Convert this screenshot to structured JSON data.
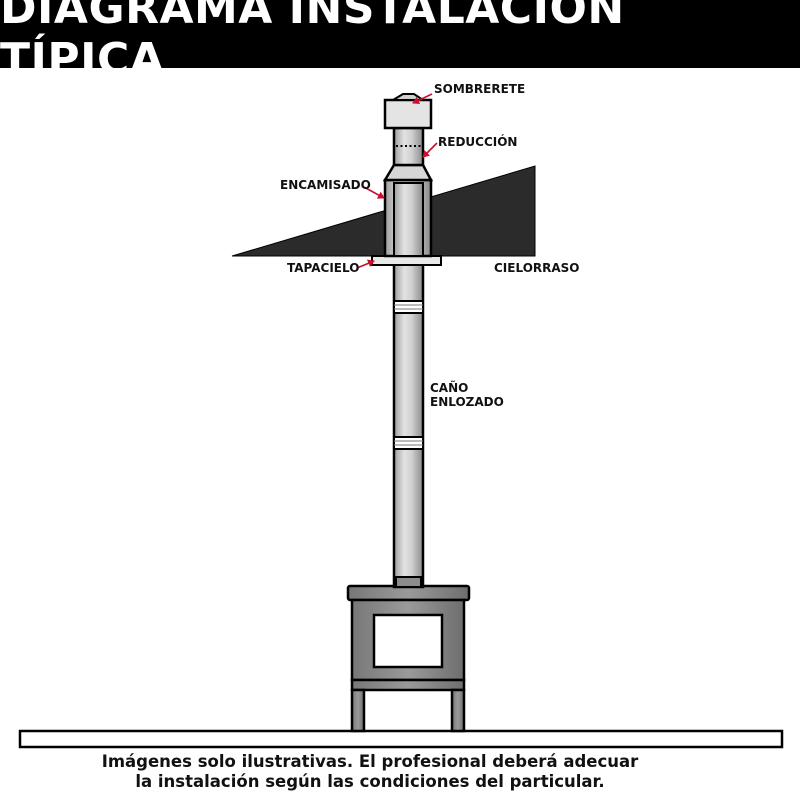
{
  "title": "DIAGRAMA INSTALACIÓN TÍPICA",
  "labels": {
    "sombrerete": "SOMBRERETE",
    "reduccion": "REDUCCIÓN",
    "encamisado": "ENCAMISADO",
    "tapacielo": "TAPACIELO",
    "cielorraso": "CIELORRASO",
    "cano_line1": "CAÑO",
    "cano_line2": "ENLOZADO"
  },
  "caption": {
    "line1": "Imágenes solo ilustrativas. El profesional deberá adecuar",
    "line2": "la instalación según las condiciones del particular."
  },
  "colors": {
    "title_bg": "#000000",
    "title_text": "#ffffff",
    "pipe_fill": "#cfcfcf",
    "stove_fill": "#8c8c8c",
    "roof_fill": "#2b2b2b",
    "arrow": "#c8102e",
    "outline": "#000000"
  }
}
